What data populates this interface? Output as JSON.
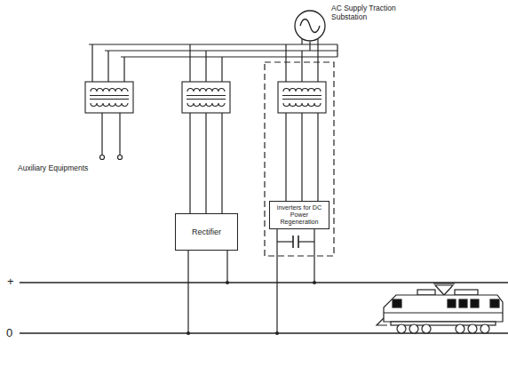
{
  "diagram": {
    "nodes": [
      {
        "text": [
          "AC Supply Traction Substation"
        ]
      },
      {
        "text": [
          "Rectifier"
        ]
      },
      {
        "text": [
          "inverters for DC Power Regeneration"
        ]
      }
    ],
    "labels": [
      "Auxiliary Equipments",
      "+",
      "0"
    ]
  }
}
